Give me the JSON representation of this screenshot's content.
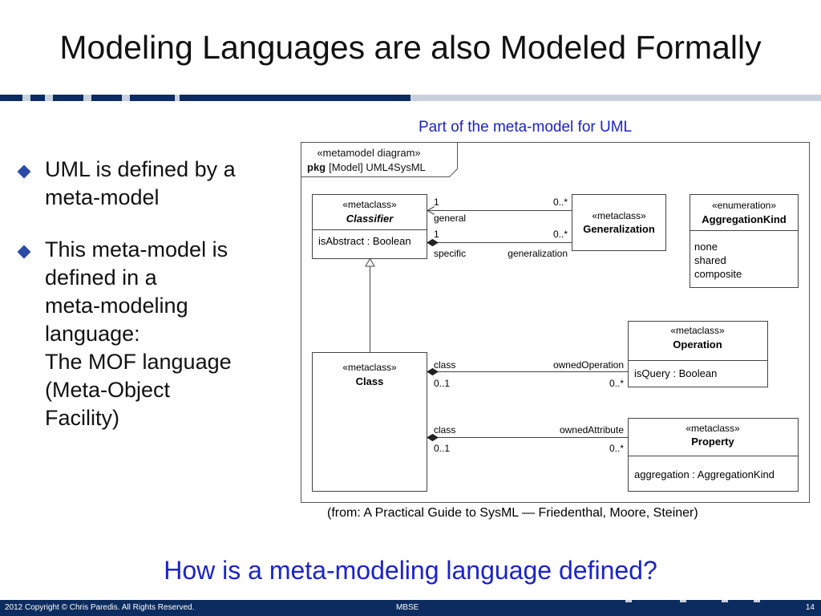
{
  "slide": {
    "title": "Modeling Languages are also Modeled Formally",
    "bullets": [
      "UML is defined by a meta-model",
      "This meta-model is defined in a meta-modeling language:\nThe MOF language (Meta-Object Facility)"
    ],
    "question": "How is a meta-modeling language defined?"
  },
  "diagram": {
    "caption": "Part of the meta-model for  UML",
    "frame_stereotype": "«metamodel diagram»",
    "frame_pkg": "pkg",
    "frame_name": "[Model] UML4SysML",
    "classifier": {
      "stereotype": "«metaclass»",
      "name": "Classifier",
      "attr": "isAbstract : Boolean"
    },
    "generalization": {
      "stereotype": "«metaclass»",
      "name": "Generalization"
    },
    "aggregation_kind": {
      "stereotype": "«enumeration»",
      "name": "AggregationKind",
      "literals": [
        "none",
        "shared",
        "composite"
      ]
    },
    "operation": {
      "stereotype": "«metaclass»",
      "name": "Operation",
      "attr": "isQuery : Boolean"
    },
    "class_box": {
      "stereotype": "«metaclass»",
      "name": "Class"
    },
    "property": {
      "stereotype": "«metaclass»",
      "name": "Property",
      "attr": "aggregation : AggregationKind"
    },
    "assoc_general": {
      "mult_left": "1",
      "role_left": "general",
      "mult_right": "0..*"
    },
    "assoc_specific": {
      "mult_left": "1",
      "role_left": "specific",
      "mult_right": "0..*",
      "role_right": "generalization"
    },
    "assoc_operation": {
      "role_left": "class",
      "mult_left": "0..1",
      "role_right": "ownedOperation",
      "mult_right": "0..*"
    },
    "assoc_attribute": {
      "role_left": "class",
      "mult_left": "0..1",
      "role_right": "ownedAttribute",
      "mult_right": "0..*"
    },
    "source": "(from: A Practical Guide to SysML — Friedenthal, Moore, Steiner)"
  },
  "footer": {
    "copyright": "2012 Copyright © Chris Paredis. All Rights Reserved.",
    "center": "MBSE",
    "page": "14"
  },
  "colors": {
    "navy": "#0c2b5e",
    "blue_text": "#1b24c8",
    "bar_light": "#c9d1de",
    "bullet": "#2b4aa8"
  }
}
